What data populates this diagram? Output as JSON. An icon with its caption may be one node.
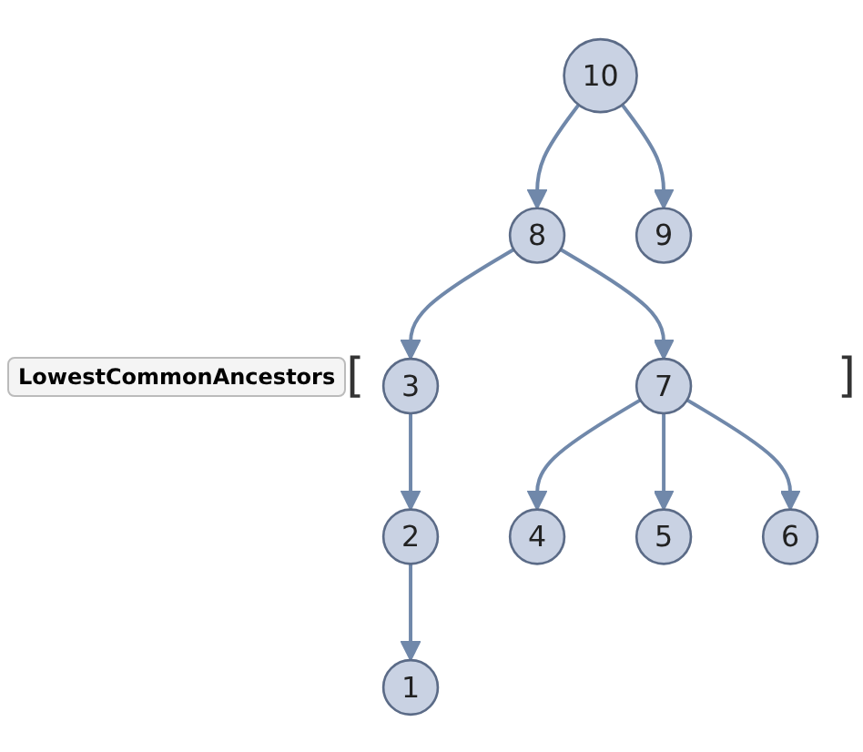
{
  "diagram": {
    "nodes": [
      {
        "text": [
          "10"
        ]
      },
      {
        "text": [
          "8"
        ]
      },
      {
        "text": [
          "9"
        ]
      },
      {
        "text": [
          "3"
        ]
      },
      {
        "text": [
          "7"
        ]
      },
      {
        "text": [
          "2"
        ]
      },
      {
        "text": [
          "4"
        ]
      },
      {
        "text": [
          "5"
        ]
      },
      {
        "text": [
          "6"
        ]
      },
      {
        "text": [
          "1"
        ]
      }
    ],
    "edges": [
      {
        "from": 0,
        "to": 1,
        "arrow": "to"
      },
      {
        "from": 0,
        "to": 2,
        "arrow": "to"
      },
      {
        "from": 1,
        "to": 3,
        "arrow": "to"
      },
      {
        "from": 1,
        "to": 4,
        "arrow": "to"
      },
      {
        "from": 3,
        "to": 5,
        "arrow": "to"
      },
      {
        "from": 5,
        "to": 9,
        "arrow": "to"
      },
      {
        "from": 4,
        "to": 6,
        "arrow": "to"
      },
      {
        "from": 4,
        "to": 7,
        "arrow": "to"
      },
      {
        "from": 4,
        "to": 8,
        "arrow": "to"
      }
    ],
    "labels": [
      "LowestCommonAncestors",
      "[",
      "]"
    ]
  }
}
